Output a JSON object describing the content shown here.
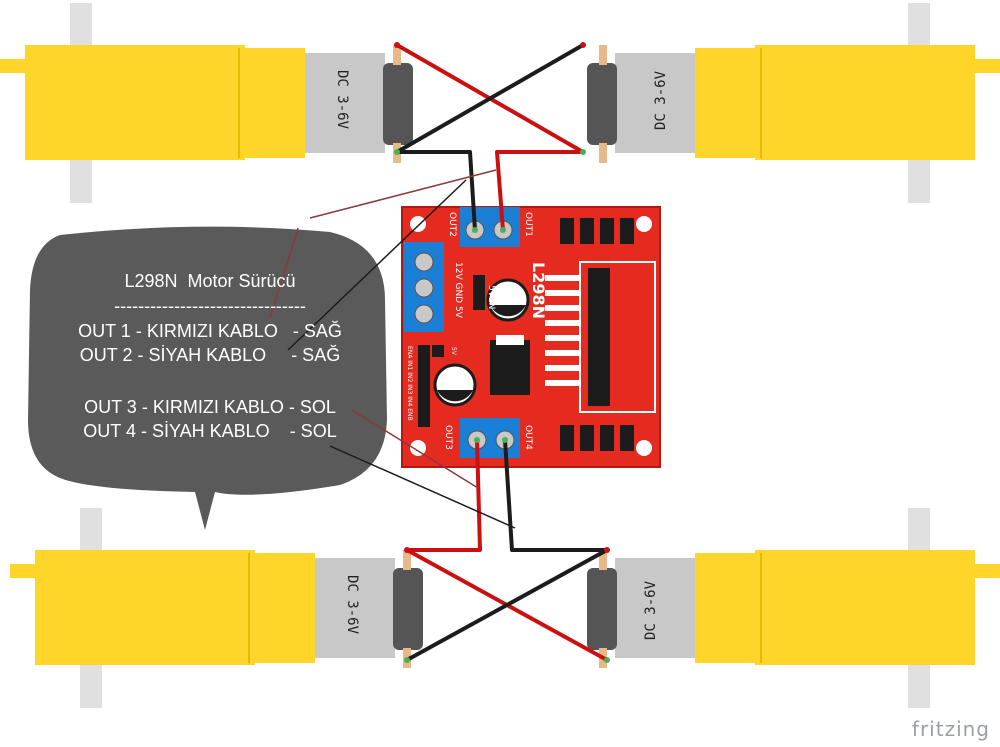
{
  "motor_label": "DC 3-6V",
  "board": {
    "chip": "L298N",
    "out1": "OUT1",
    "out2": "OUT2",
    "out3": "OUT3",
    "out4": "OUT4",
    "power_pins": "12V GND 5V",
    "jumper": "5VEN",
    "control_pins": "ENA IN1 IN2 IN3 IN4 ENB",
    "header_5v": "5V"
  },
  "bubble": {
    "title": "L298N  Motor Sürücü",
    "divider": "--------------------------------",
    "line1": "OUT 1 - KIRMIZI KABLO   - SAĞ",
    "line2": "OUT 2 - SİYAH KABLO     - SAĞ",
    "line3": "OUT 3 - KIRMIZI KABLO - SOL",
    "line4": "OUT 4 - SİYAH KABLO    - SOL"
  },
  "watermark": "fritzing",
  "colors": {
    "motor_yellow": "#ffd52a",
    "motor_gray": "#c8c8c8",
    "board_red": "#e52a1f",
    "terminal_blue": "#1b7fd6",
    "wire_red": "#cc1010",
    "wire_black": "#1c1c1c",
    "bubble_gray": "#5a5a5a"
  }
}
